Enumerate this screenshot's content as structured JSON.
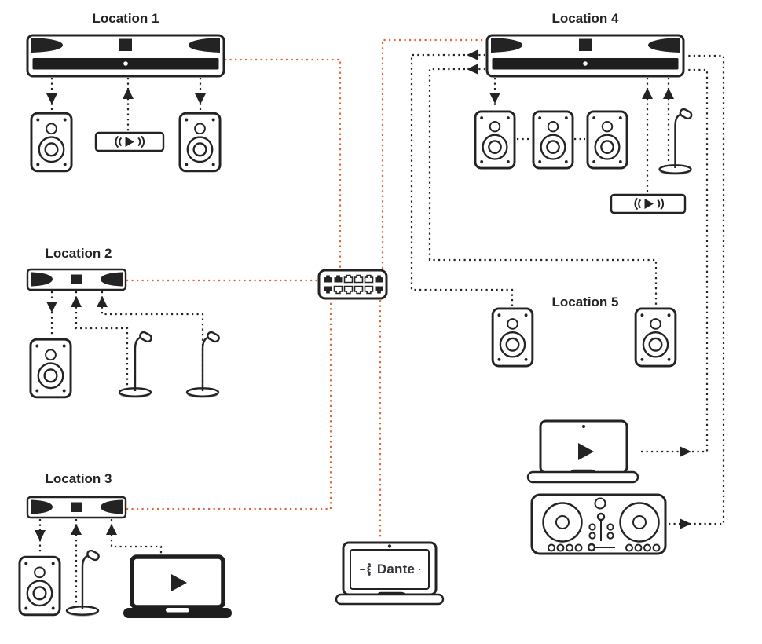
{
  "page": {
    "background": "#ffffff"
  },
  "colors": {
    "line_black": "#232323",
    "line_orange": "#d8693a",
    "device_ink": "#232323",
    "dante_text": "#34333a",
    "background": "#ffffff"
  },
  "locations": [
    {
      "label": "Location 1",
      "devices": [
        "av-processor",
        "speaker",
        "wireless-audio-receiver",
        "speaker"
      ]
    },
    {
      "label": "Location 2",
      "devices": [
        "av-processor",
        "speaker",
        "gooseneck-mic",
        "gooseneck-mic"
      ]
    },
    {
      "label": "Location 3",
      "devices": [
        "av-processor",
        "speaker",
        "gooseneck-mic",
        "laptop-media-player"
      ]
    },
    {
      "label": "Location 4",
      "devices": [
        "av-processor",
        "speaker",
        "speaker",
        "speaker",
        "gooseneck-mic",
        "wireless-audio-receiver"
      ]
    },
    {
      "label": "Location 5",
      "devices": [
        "speaker",
        "speaker"
      ]
    }
  ],
  "hub": {
    "device": "network-switch",
    "ports_top": [
      "filled",
      "filled",
      "open",
      "open",
      "open",
      "filled"
    ],
    "ports_bottom": [
      "filled",
      "open",
      "open",
      "open",
      "open",
      "filled"
    ]
  },
  "dante_laptop": {
    "brand": "Dante",
    "trademark_dot": "·"
  },
  "standalone_devices": [
    "laptop-media-player",
    "dj-controller"
  ],
  "connections": [
    {
      "from": "location-1-processor",
      "to": "network-switch",
      "style": "orange-dotted"
    },
    {
      "from": "network-switch",
      "to": "location-4-processor",
      "style": "orange-dotted"
    },
    {
      "from": "location-2-processor",
      "to": "network-switch",
      "style": "orange-dotted"
    },
    {
      "from": "location-3-processor",
      "to": "network-switch",
      "style": "orange-dotted"
    },
    {
      "from": "network-switch",
      "to": "dante-laptop",
      "style": "orange-dotted"
    },
    {
      "from": "location-4-processor",
      "to": "location-5-speaker-left",
      "style": "black-dotted"
    },
    {
      "from": "location-4-processor",
      "to": "location-5-speaker-right",
      "style": "black-dotted"
    },
    {
      "from": "media-laptop",
      "to": "location-4-processor",
      "style": "black-dotted"
    },
    {
      "from": "dj-controller",
      "to": "location-4-processor",
      "style": "black-dotted"
    }
  ]
}
